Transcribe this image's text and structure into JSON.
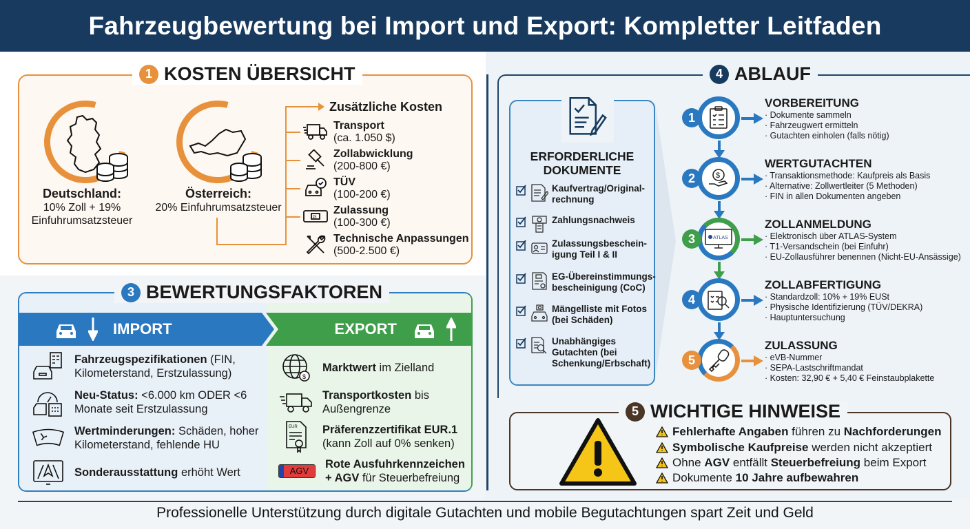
{
  "header": {
    "title": "Fahrzeugbewertung bei Import und Export: Kompletter Leitfaden"
  },
  "colors": {
    "navy": "#173a5e",
    "orange": "#e8913c",
    "blue": "#2a79c0",
    "green": "#3f9e4a",
    "brown": "#4a3526",
    "warning_yellow": "#f5c518"
  },
  "kosten": {
    "number": "1",
    "title": "KOSTEN ÜBERSICHT",
    "countries": [
      {
        "name": "Deutschland:",
        "line1": "10% Zoll + 19%",
        "line2": "Einfuhrumsatzsteuer",
        "icon": "germany-map-icon"
      },
      {
        "name": "Österreich:",
        "line1": "20% Einfuhrumsatzsteuer",
        "line2": "",
        "icon": "austria-map-icon"
      }
    ],
    "extra_title": "Zusätzliche Kosten",
    "items": [
      {
        "label": "Transport",
        "value": "(ca. 1.050 $)",
        "icon": "truck-icon"
      },
      {
        "label": "Zollabwicklung",
        "value": "(200-800 €)",
        "icon": "gavel-icon"
      },
      {
        "label": "TÜV",
        "value": "(100-200 €)",
        "icon": "car-check-icon"
      },
      {
        "label": "Zulassung",
        "value": "(100-300 €)",
        "icon": "license-plate-icon"
      },
      {
        "label": "Technische Anpassungen",
        "value": "(500-2.500 €)",
        "icon": "tools-icon"
      }
    ]
  },
  "bewertung": {
    "number": "3",
    "title": "BEWERTUNGSFAKTOREN",
    "import": {
      "label": "IMPORT",
      "items": [
        {
          "bold": "Fahrzeugspezifikationen",
          "rest": " (FIN, Kilometerstand, Erstzulassung)",
          "icon": "car-spec-icon"
        },
        {
          "bold": "Neu-Status:",
          "rest": " <6.000 km ODER <6 Monate seit Erstzulassung",
          "icon": "speedometer-calendar-icon"
        },
        {
          "bold": "Wertminderungen:",
          "rest": " Schäden, hoher Kilometerstand, fehlende HU",
          "icon": "cracked-windshield-icon"
        },
        {
          "bold": "Sonderausstattung",
          "rest": " erhöht Wert",
          "icon": "navigation-display-icon"
        }
      ]
    },
    "export": {
      "label": "EXPORT",
      "items": [
        {
          "bold": "Marktwert",
          "rest": " im Zielland",
          "icon": "globe-dollar-icon"
        },
        {
          "bold": "Transportkosten",
          "rest": " bis Außengrenze",
          "icon": "truck-icon"
        },
        {
          "bold": "Präferenzzertifikat EUR.1",
          "rest": " (kann Zoll auf 0% senken)",
          "icon": "certificate-icon"
        },
        {
          "bold": "Rote Ausfuhrkennzeichen + AGV",
          "rest": " für Steuerbefreiung",
          "icon": "agv-plate-icon",
          "plate": "AGV"
        }
      ]
    }
  },
  "dokumente": {
    "title_line1": "ERFORDERLICHE",
    "title_line2": "DOKUMENTE",
    "items": [
      {
        "line1": "Kaufvertrag/Original-",
        "line2": "rechnung",
        "line3": "",
        "icon": "contract-icon"
      },
      {
        "line1": "Zahlungsnachweis",
        "line2": "",
        "line3": "",
        "icon": "payment-icon"
      },
      {
        "line1": "Zulassungsbeschein-",
        "line2": "igung Teil I & II",
        "line3": "",
        "icon": "id-card-icon"
      },
      {
        "line1": "EG-Übereinstimmungs-",
        "line2": "bescheinigung (CoC)",
        "line3": "",
        "icon": "coc-certificate-icon"
      },
      {
        "line1": "Mängelliste mit Fotos",
        "line2": "(bei Schäden)",
        "line3": "",
        "icon": "camera-car-icon"
      },
      {
        "line1": "Unabhängiges",
        "line2": "Gutachten (bei",
        "line3": "Schenkung/Erbschaft)",
        "icon": "document-search-icon"
      }
    ]
  },
  "ablauf": {
    "number": "4",
    "title": "ABLAUF",
    "steps": [
      {
        "num": "1",
        "title": "VORBEREITUNG",
        "color": "#2a79c0",
        "icon": "clipboard-icon",
        "bullets": [
          "Dokumente sammeln",
          "Fahrzeugwert ermitteln",
          "Gutachten einholen (falls nötig)"
        ]
      },
      {
        "num": "2",
        "title": "WERTGUTACHTEN",
        "color": "#2a79c0",
        "icon": "money-hand-icon",
        "bullets": [
          "Transaktionsmethode: Kaufpreis als Basis",
          "Alternative: Zollwertleiter (5 Methoden)",
          "FIN in allen Dokumenten angeben"
        ]
      },
      {
        "num": "3",
        "title": "ZOLLANMELDUNG",
        "color": "#3f9e4a",
        "icon": "atlas-monitor-icon",
        "icon_text": "ATLAS",
        "bullets": [
          "Elektronisch über ATLAS-System",
          "T1-Versandschein (bei Einfuhr)",
          "EU-Zollausführer benennen (Nicht-EU-Ansässige)"
        ]
      },
      {
        "num": "4",
        "title": "ZOLLABFERTIGUNG",
        "color": "#2a79c0",
        "icon": "inspection-icon",
        "bullets": [
          "Standardzoll: 10% + 19% EUSt",
          "Physische Identifizierung (TÜV/DEKRA)",
          "Hauptuntersuchung"
        ]
      },
      {
        "num": "5",
        "title": "ZULASSUNG",
        "color": "#e8913c",
        "icon": "car-key-icon",
        "bullets": [
          "eVB-Nummer",
          "SEPA-Lastschriftmandat",
          "Kosten: 32,90 € + 5,40 € Feinstaubplakette"
        ]
      }
    ]
  },
  "hinweise": {
    "number": "5",
    "title": "WICHTIGE HINWEISE",
    "items": [
      {
        "parts": [
          {
            "b": "Fehlerhafte Angaben"
          },
          {
            "t": " führen zu "
          },
          {
            "b": "Nachforderungen"
          }
        ]
      },
      {
        "parts": [
          {
            "b": "Symbolische Kaufpreise"
          },
          {
            "t": " werden nicht akzeptiert"
          }
        ]
      },
      {
        "parts": [
          {
            "t": "Ohne "
          },
          {
            "b": "AGV"
          },
          {
            "t": " entfällt "
          },
          {
            "b": "Steuerbefreiung"
          },
          {
            "t": " beim Export"
          }
        ]
      },
      {
        "parts": [
          {
            "t": "Dokumente "
          },
          {
            "b": "10 Jahre aufbewahren"
          }
        ]
      }
    ]
  },
  "footer": {
    "text": "Professionelle Unterstützung durch digitale Gutachten und mobile Begutachtungen spart Zeit und Geld"
  }
}
